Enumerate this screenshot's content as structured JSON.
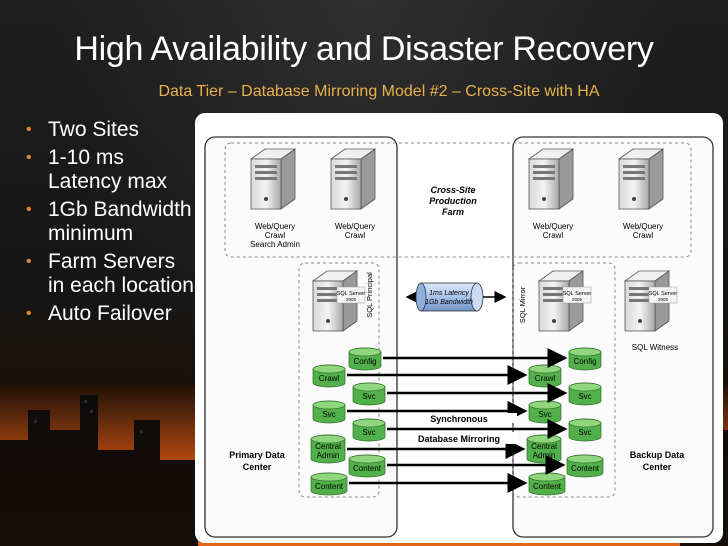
{
  "slide": {
    "title": "High Availability and Disaster Recovery",
    "subtitle": "Data Tier – Database Mirroring Model #2 – Cross-Site with HA",
    "bullets": [
      "Two Sites",
      "1-10 ms Latency max",
      "1Gb Bandwidth minimum",
      "Farm Servers in each location",
      "Auto Failover"
    ]
  },
  "diagram": {
    "farm_label": [
      "Cross-Site",
      "Production",
      "Farm"
    ],
    "primary_label": [
      "Primary Data",
      "Center"
    ],
    "backup_label": [
      "Backup Data",
      "Center"
    ],
    "primary_web_servers": [
      {
        "lines": [
          "Web/Query",
          "Crawl",
          "Search Admin"
        ]
      },
      {
        "lines": [
          "Web/Query",
          "Crawl"
        ]
      }
    ],
    "backup_web_servers": [
      {
        "lines": [
          "Web/Query",
          "Crawl"
        ]
      },
      {
        "lines": [
          "Web/Query",
          "Crawl"
        ]
      }
    ],
    "sql_principal_label": "SQL Principal",
    "sql_mirror_label": "SQL Mirror",
    "sql_server_badge": "SQL Server",
    "sql_server_version": "2005",
    "sql_witness_label": "SQL Witness",
    "latency_pipe": [
      "1ms Latency",
      "1Gb Bandwidth"
    ],
    "sync_label": [
      "Synchronous",
      "Database Mirroring"
    ],
    "databases": [
      {
        "name": "config",
        "lines": [
          "Config"
        ]
      },
      {
        "name": "crawl",
        "lines": [
          "Crawl"
        ]
      },
      {
        "name": "svc-1",
        "lines": [
          "Svc"
        ]
      },
      {
        "name": "svc-2",
        "lines": [
          "Svc"
        ]
      },
      {
        "name": "svc-3",
        "lines": [
          "Svc"
        ]
      },
      {
        "name": "central-admin",
        "lines": [
          "Central",
          "Admin"
        ]
      },
      {
        "name": "content-1",
        "lines": [
          "Content"
        ]
      },
      {
        "name": "content-2",
        "lines": [
          "Content"
        ]
      }
    ],
    "colors": {
      "database_fill": "#52b04a",
      "database_top": "#8fd67f",
      "pipe_fill": "#a8c4ea",
      "title_text": "#ffffff",
      "subtitle_text": "#e9b24c",
      "bullet_dot": "#e08a2c"
    }
  }
}
